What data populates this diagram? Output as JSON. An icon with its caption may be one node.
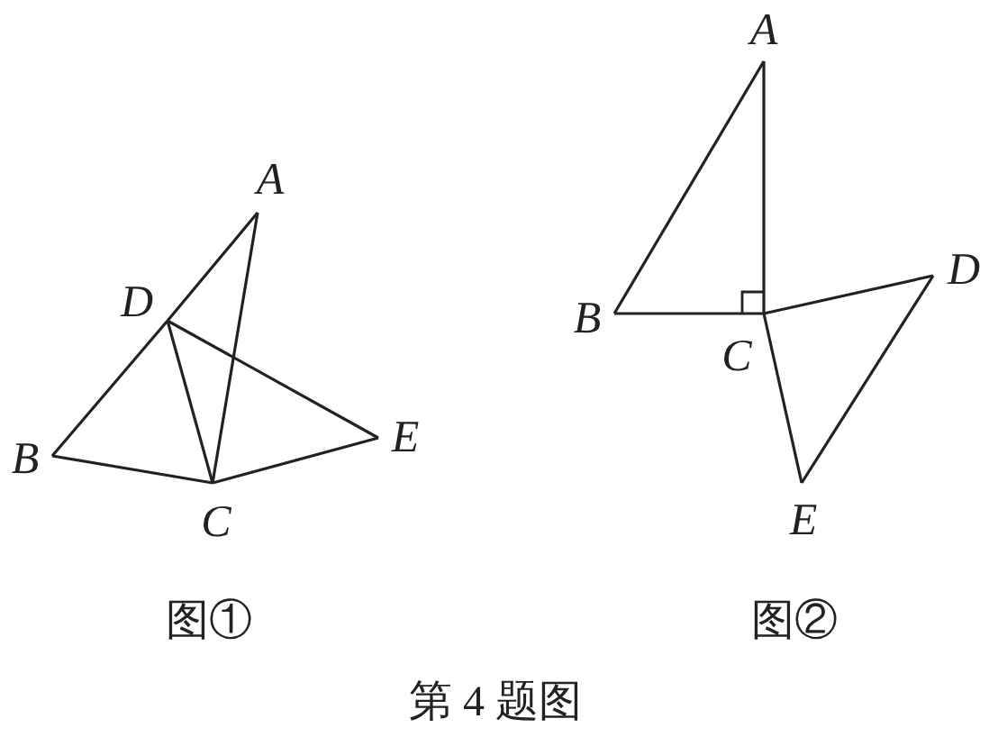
{
  "diagram": {
    "caption": "第 4 题图",
    "nodes": [
      {
        "text": [
          "A"
        ]
      },
      {
        "text": [
          "D"
        ]
      },
      {
        "text": [
          "B"
        ]
      },
      {
        "text": [
          "C"
        ]
      },
      {
        "text": [
          "E"
        ]
      },
      {
        "text": [
          "A"
        ]
      },
      {
        "text": [
          "B"
        ]
      },
      {
        "text": [
          "C"
        ]
      },
      {
        "text": [
          "D"
        ]
      },
      {
        "text": [
          "E"
        ]
      }
    ],
    "edges": [
      {
        "from": 0,
        "to": 1,
        "arrow": "none"
      },
      {
        "from": 1,
        "to": 2,
        "arrow": "none"
      },
      {
        "from": 0,
        "to": 3,
        "arrow": "none"
      },
      {
        "from": 2,
        "to": 3,
        "arrow": "none"
      },
      {
        "from": 3,
        "to": 4,
        "arrow": "none"
      },
      {
        "from": 1,
        "to": 4,
        "arrow": "none"
      },
      {
        "from": 1,
        "to": 3,
        "arrow": "none"
      },
      {
        "from": 5,
        "to": 6,
        "arrow": "none"
      },
      {
        "from": 5,
        "to": 7,
        "arrow": "none"
      },
      {
        "from": 6,
        "to": 7,
        "arrow": "none"
      },
      {
        "from": 7,
        "to": 8,
        "arrow": "none"
      },
      {
        "from": 8,
        "to": 9,
        "arrow": "none"
      },
      {
        "from": 7,
        "to": 9,
        "arrow": "none"
      }
    ],
    "labels": [
      "图①",
      "图②"
    ]
  }
}
